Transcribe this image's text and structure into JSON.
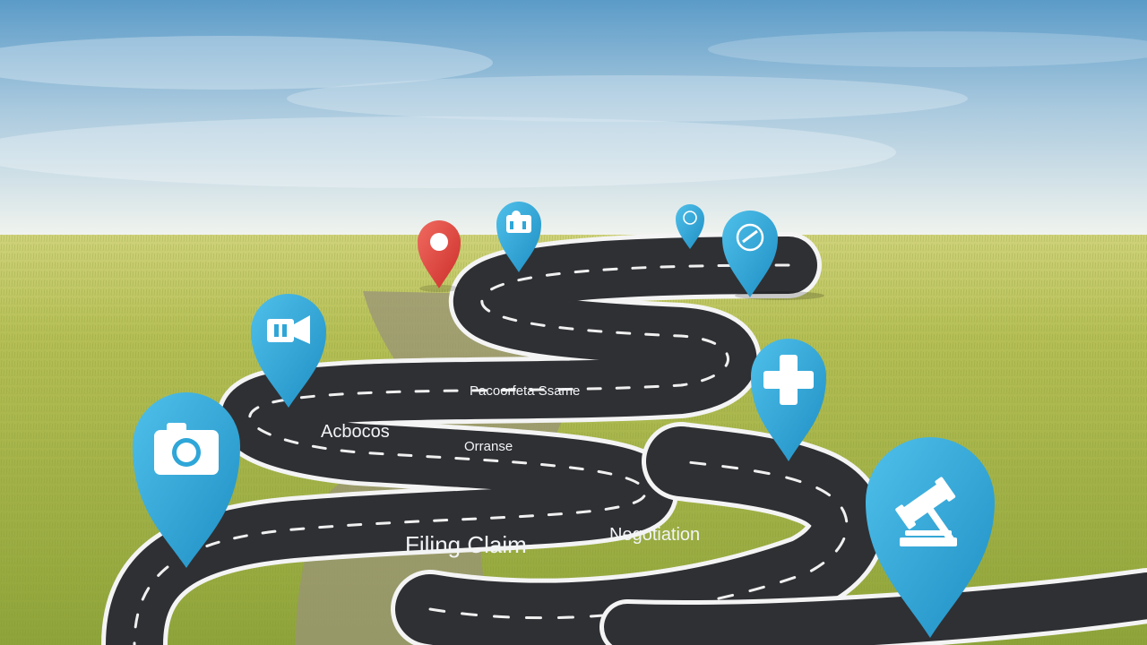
{
  "labels": {
    "top": "Pacoorfeta Ssame",
    "left": "Acbocos",
    "middle": "Orranse",
    "filing": "Filing Claim",
    "negotiation": "Negotiation"
  },
  "icons": [
    "location-pin-icon",
    "document-pin-icon",
    "small-info-pin-icon",
    "phone-pin-icon",
    "video-camera-pin-icon",
    "camera-pin-icon",
    "medical-cross-pin-icon",
    "gavel-pin-icon"
  ],
  "colors": {
    "sky_top": "#5f9ec9",
    "sky_horizon": "#f2f4ee",
    "field": "#a9b94b",
    "road": "#2e2f33",
    "road_edge": "#f5f5f5",
    "pin_blue": "#2fa6d8",
    "pin_red": "#e0403a"
  }
}
